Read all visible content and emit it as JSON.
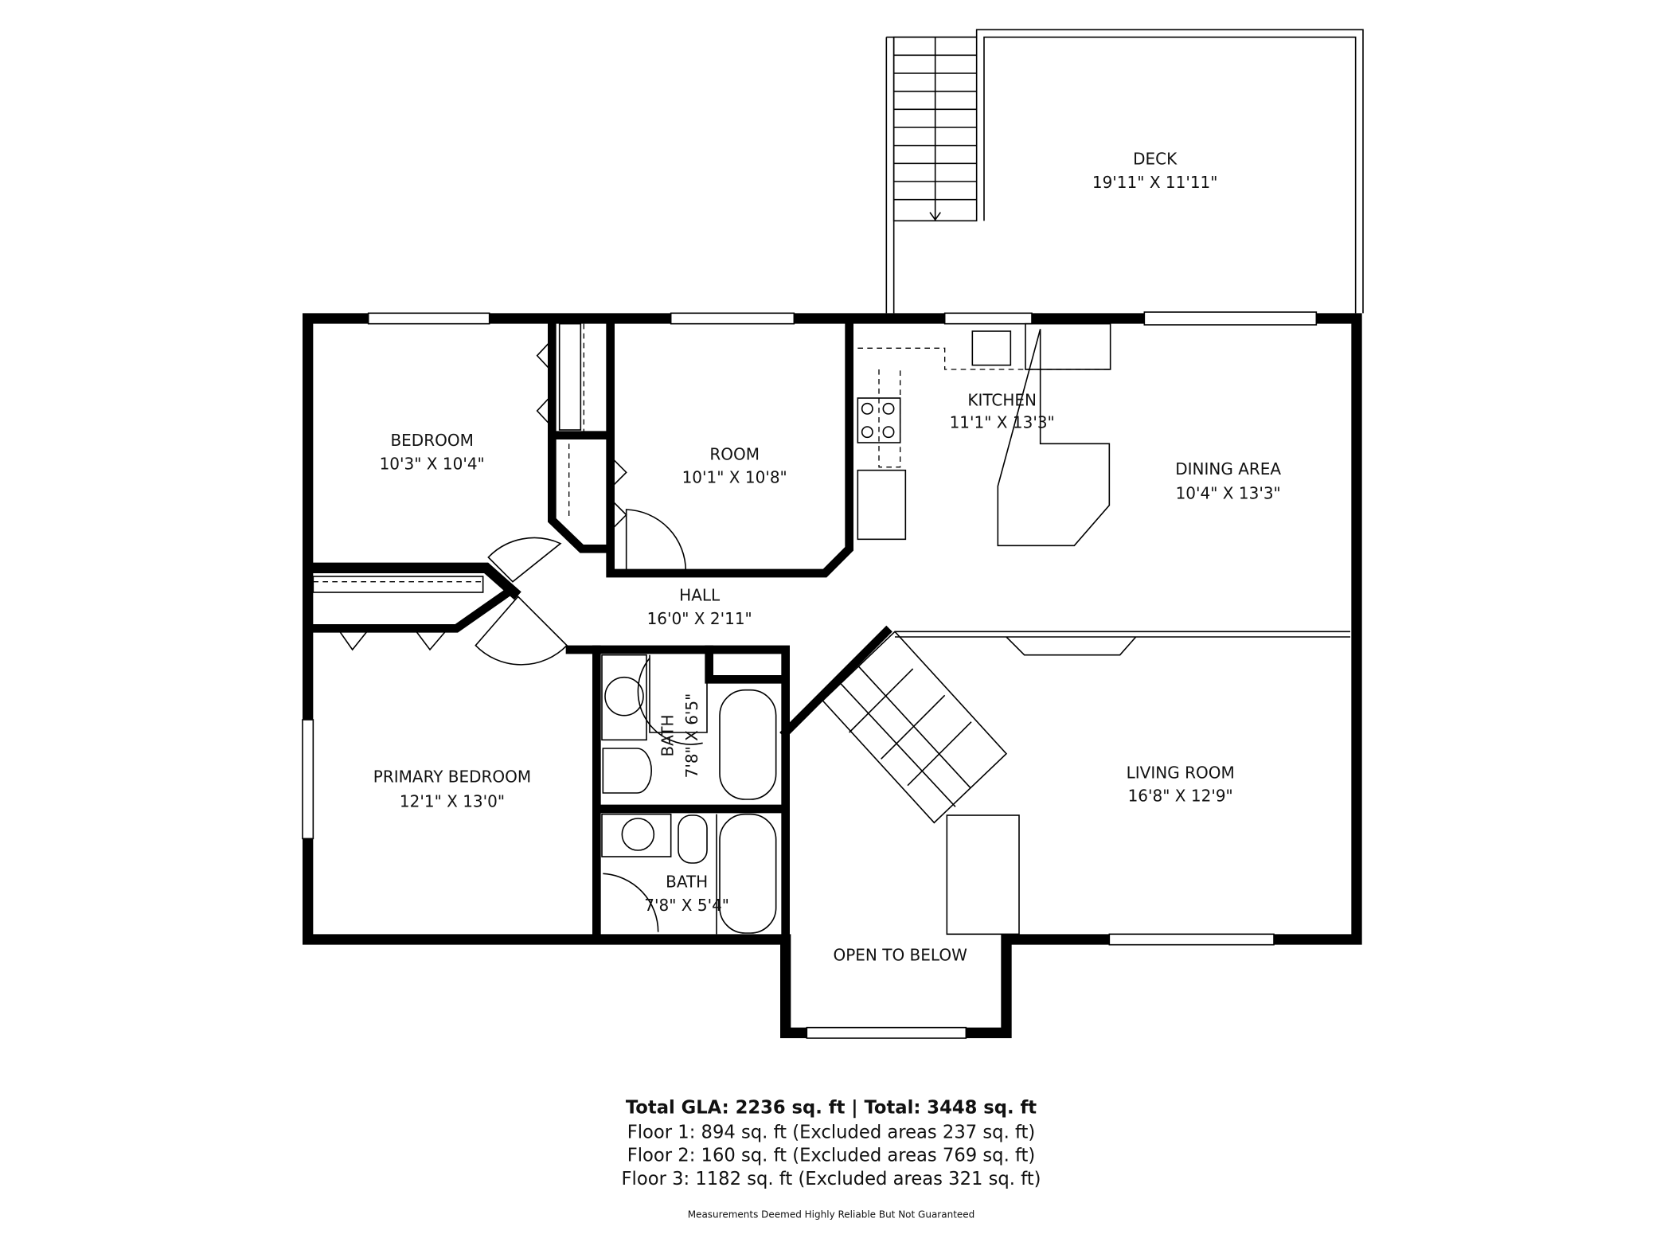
{
  "rooms": {
    "deck": {
      "name": "DECK",
      "size": "19'11\" X 11'11\""
    },
    "bedroom": {
      "name": "BEDROOM",
      "size": "10'3\" X 10'4\""
    },
    "room": {
      "name": "ROOM",
      "size": "10'1\" X 10'8\""
    },
    "kitchen": {
      "name": "KITCHEN",
      "size": "11'1\" X 13'3\""
    },
    "dining": {
      "name": "DINING AREA",
      "size": "10'4\" X 13'3\""
    },
    "hall": {
      "name": "HALL",
      "size": "16'0\" X 2'11\""
    },
    "primary_bedroom": {
      "name": "PRIMARY BEDROOM",
      "size": "12'1\" X 13'0\""
    },
    "bath1": {
      "name": "BATH",
      "size": "7'8\" X 6'5\""
    },
    "bath2": {
      "name": "BATH",
      "size": "7'8\" X 5'4\""
    },
    "living": {
      "name": "LIVING ROOM",
      "size": "16'8\" X 12'9\""
    },
    "open_below": {
      "name": "OPEN TO BELOW"
    }
  },
  "summary": {
    "total": "Total GLA: 2236 sq. ft | Total: 3448 sq. ft",
    "floor1": "Floor 1: 894 sq. ft (Excluded areas 237 sq. ft)",
    "floor2": "Floor 2: 160 sq. ft (Excluded areas 769 sq. ft)",
    "floor3": "Floor 3: 1182 sq. ft (Excluded areas 321 sq. ft)",
    "disclaimer": "Measurements Deemed Highly Reliable But Not Guaranteed"
  }
}
